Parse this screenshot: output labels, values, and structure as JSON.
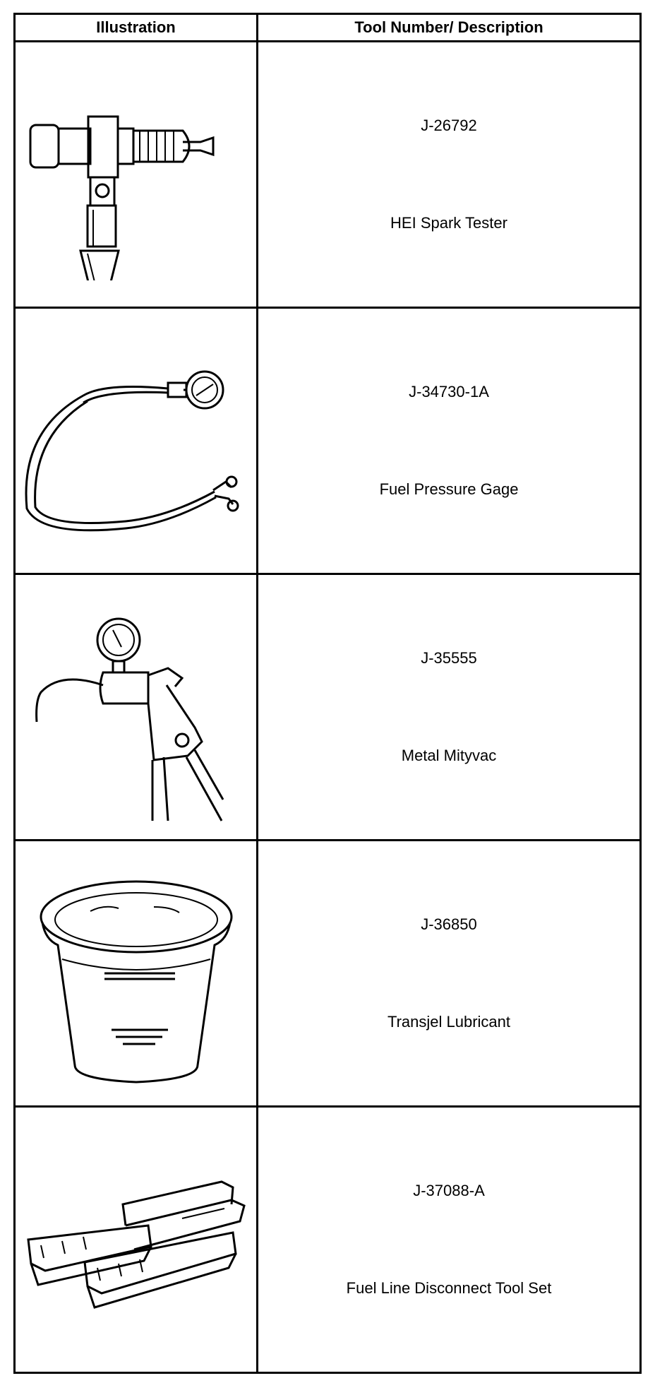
{
  "table": {
    "headers": {
      "illustration": "Illustration",
      "tool": "Tool Number/ Description"
    },
    "rows": [
      {
        "number": "J-26792",
        "description": "HEI Spark Tester",
        "icon": "spark-tester-icon"
      },
      {
        "number": "J-34730-1A",
        "description": "Fuel Pressure Gage",
        "icon": "fuel-pressure-gage-icon"
      },
      {
        "number": "J-35555",
        "description": "Metal Mityvac",
        "icon": "mityvac-icon"
      },
      {
        "number": "J-36850",
        "description": "Transjel Lubricant",
        "icon": "lubricant-tub-icon"
      },
      {
        "number": "J-37088-A",
        "description": "Fuel Line Disconnect Tool Set",
        "icon": "disconnect-tool-set-icon"
      }
    ]
  }
}
